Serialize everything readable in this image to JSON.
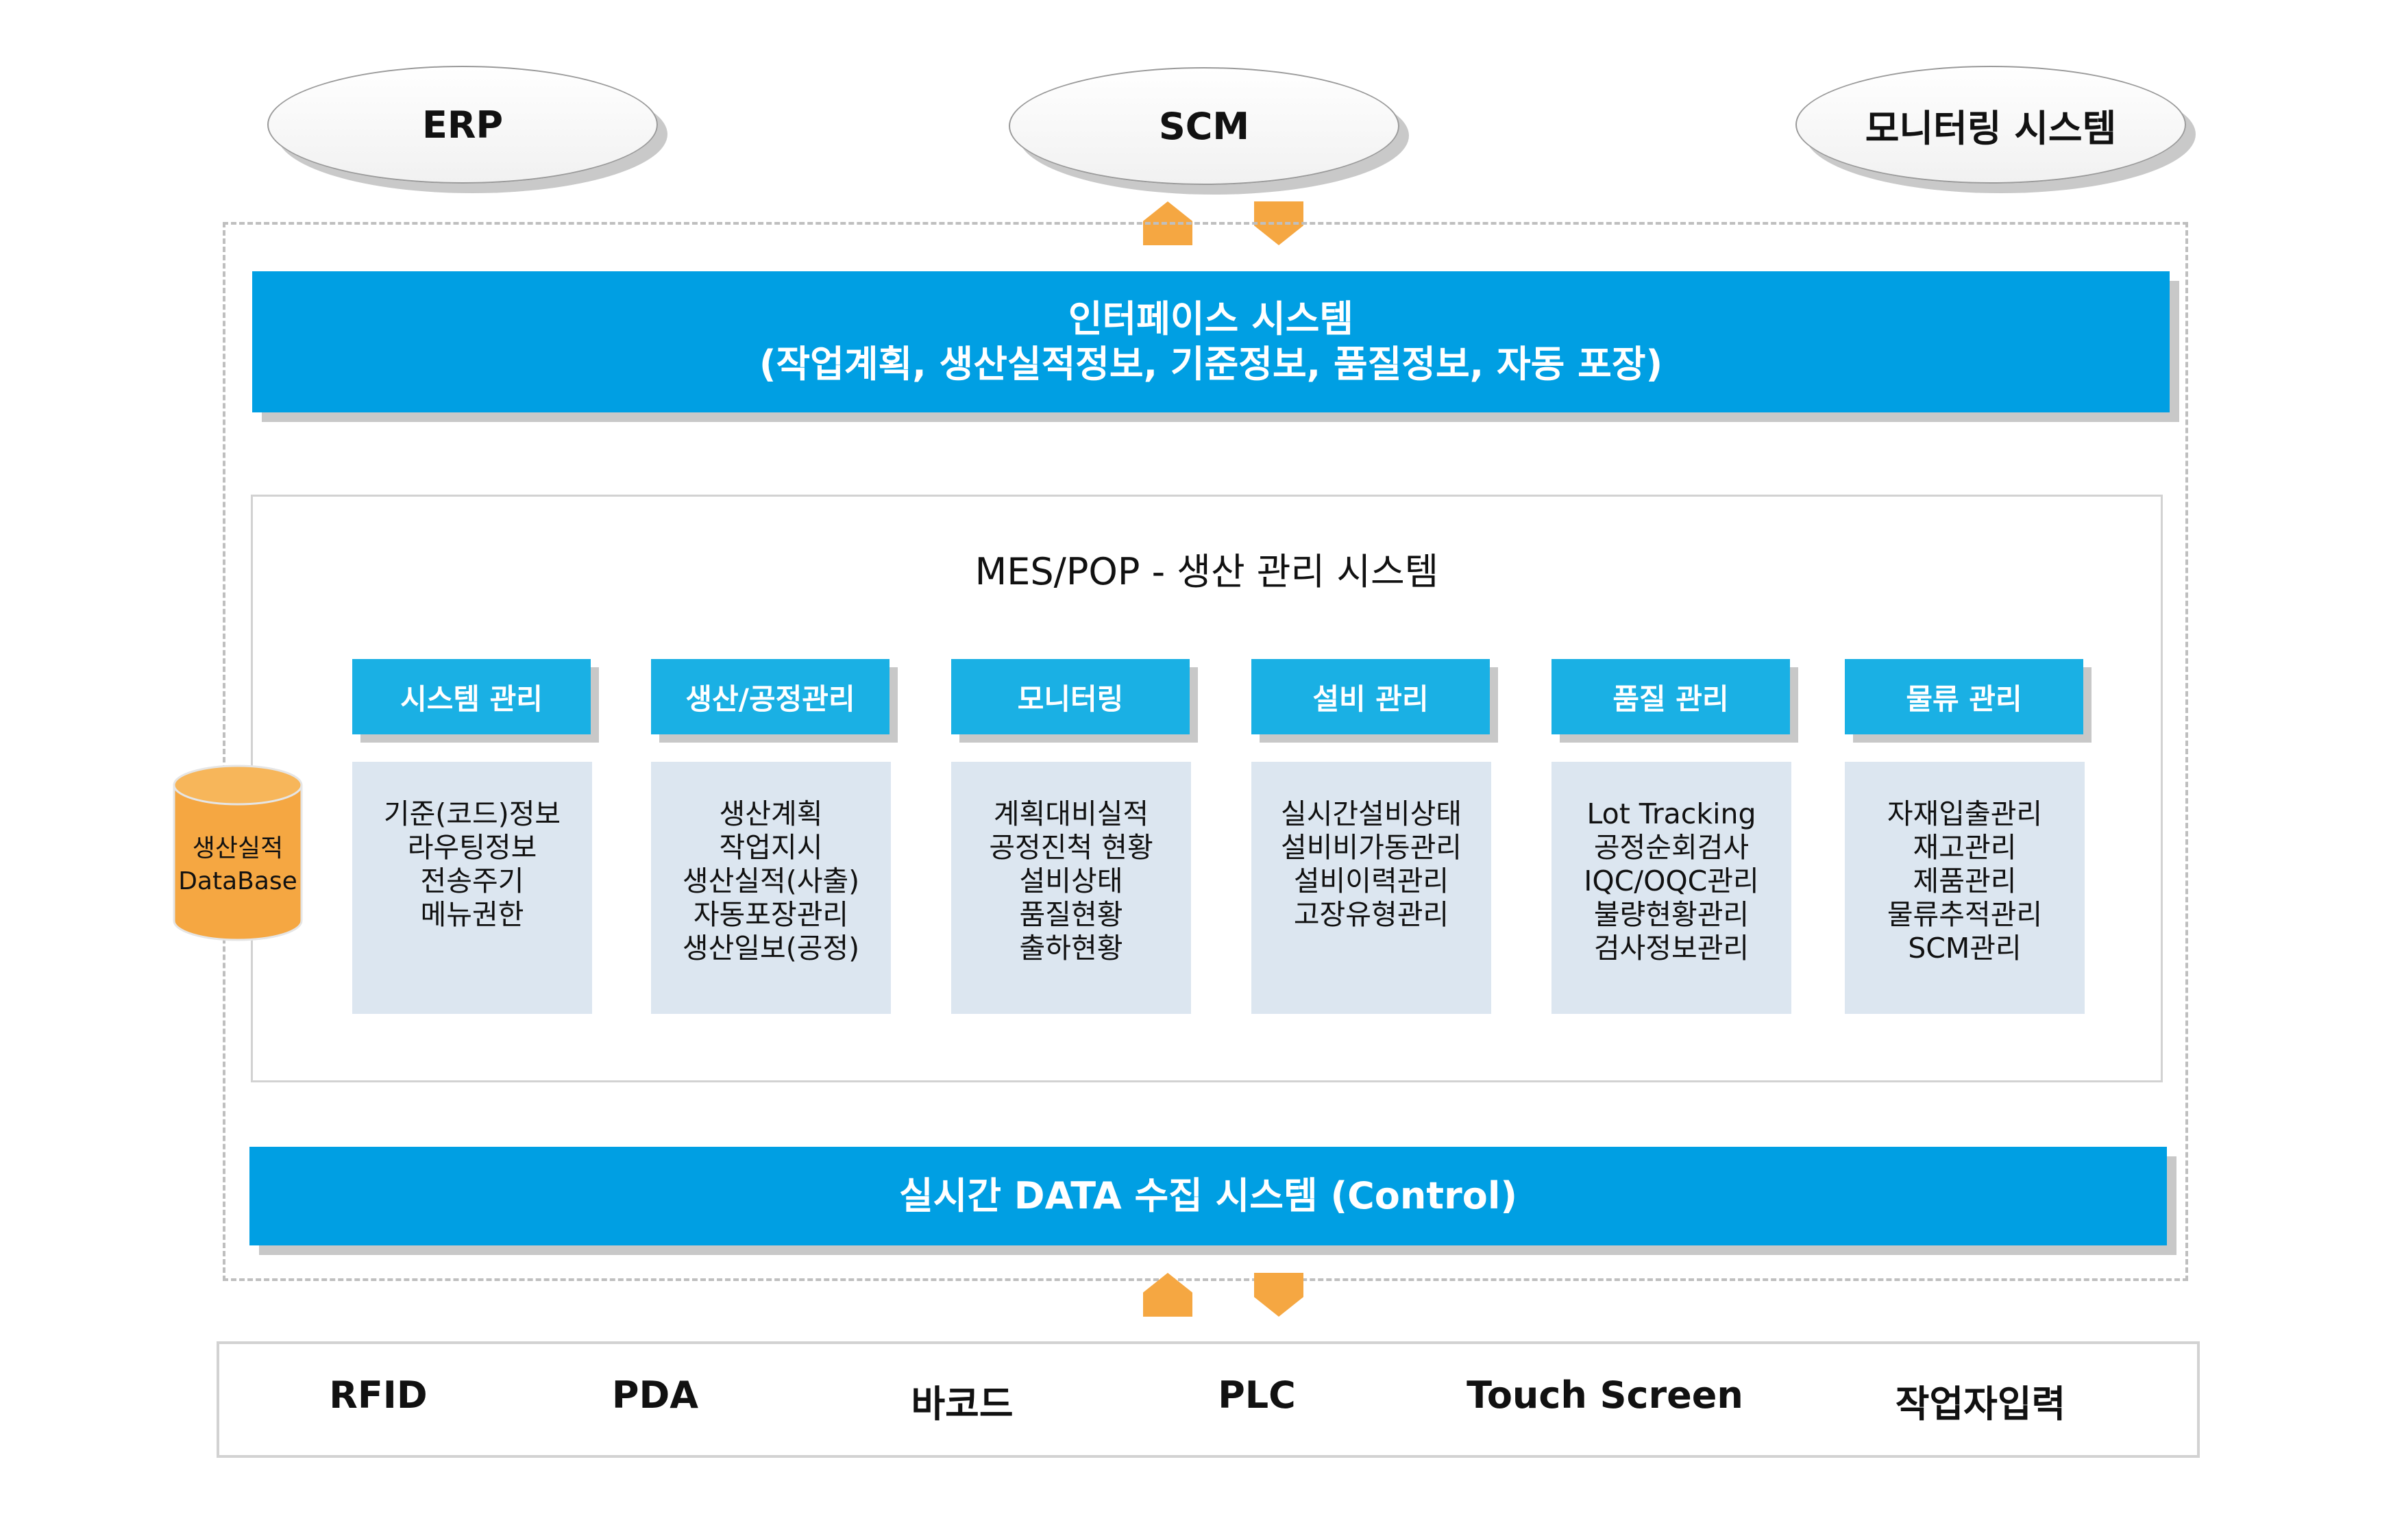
{
  "top_systems": [
    "ERP",
    "SCM",
    "모니터링 시스템"
  ],
  "interface_bar": {
    "title": "인터페이스 시스템",
    "subtitle": "(작업계획, 생산실적정보, 기준정보, 품질정보, 자동 포장)"
  },
  "mes": {
    "title": "MES/POP - 생산 관리 시스템",
    "modules": [
      {
        "title": "시스템 관리",
        "items": [
          "기준(코드)정보",
          "라우팅정보",
          "전송주기",
          "메뉴권한"
        ]
      },
      {
        "title": "생산/공정관리",
        "items": [
          "생산계획",
          "작업지시",
          "생산실적(사출)",
          "자동포장관리",
          "생산일보(공정)"
        ]
      },
      {
        "title": "모니터링",
        "items": [
          "계획대비실적",
          "공정진척 현황",
          "설비상태",
          "품질현황",
          "출하현황"
        ]
      },
      {
        "title": "설비 관리",
        "items": [
          "실시간설비상태",
          "설비비가동관리",
          "설비이력관리",
          "고장유형관리"
        ]
      },
      {
        "title": "품질 관리",
        "items": [
          "Lot Tracking",
          "공정순회검사",
          "IQC/OQC관리",
          "불량현황관리",
          "검사정보관리"
        ]
      },
      {
        "title": "물류 관리",
        "items": [
          "자재입출관리",
          "재고관리",
          "제품관리",
          "물류추적관리",
          "SCM관리"
        ]
      }
    ]
  },
  "database": {
    "line1": "생산실적",
    "line2": "DataBase"
  },
  "collection_bar": {
    "title": "실시간 DATA 수집 시스템 (Control)"
  },
  "devices": [
    "RFID",
    "PDA",
    "바코드",
    "PLC",
    "Touch Screen",
    "작업자입력"
  ],
  "colors": {
    "primary_blue": "#009fe3",
    "module_blue": "#1ab0e4",
    "module_body": "#dce6f0",
    "arrow_orange": "#f5a742",
    "db_orange": "#f5a742"
  }
}
